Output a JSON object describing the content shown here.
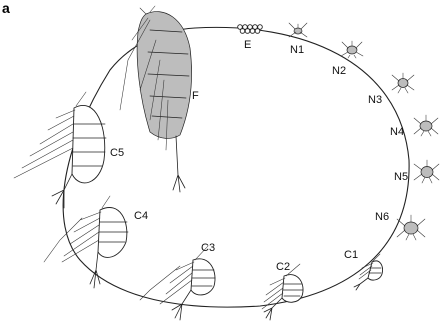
{
  "figure": {
    "panel_label": "a",
    "stages": [
      {
        "id": "E",
        "label": "E"
      },
      {
        "id": "N1",
        "label": "N1"
      },
      {
        "id": "N2",
        "label": "N2"
      },
      {
        "id": "N3",
        "label": "N3"
      },
      {
        "id": "N4",
        "label": "N4"
      },
      {
        "id": "N5",
        "label": "N5"
      },
      {
        "id": "N6",
        "label": "N6"
      },
      {
        "id": "C1",
        "label": "C1"
      },
      {
        "id": "C2",
        "label": "C2"
      },
      {
        "id": "C3",
        "label": "C3"
      },
      {
        "id": "C4",
        "label": "C4"
      },
      {
        "id": "C5",
        "label": "C5"
      },
      {
        "id": "F",
        "label": "F"
      }
    ]
  }
}
